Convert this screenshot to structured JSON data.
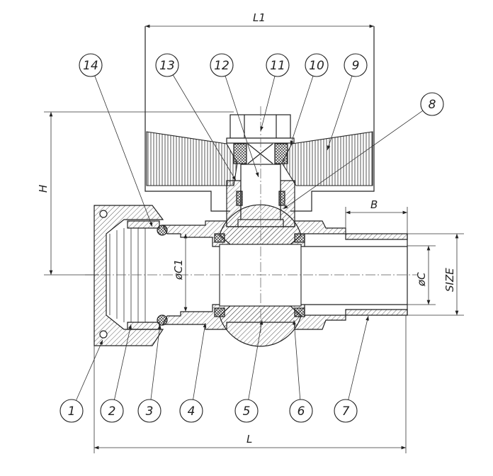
{
  "title": "Ball valve sectional drawing",
  "dimensions": {
    "L1": "L1",
    "H": "H",
    "B": "B",
    "C1": "øC1",
    "C": "øC",
    "SIZE": "SIZE",
    "L": "L"
  },
  "balloons": [
    "1",
    "2",
    "3",
    "4",
    "5",
    "6",
    "7",
    "8",
    "9",
    "10",
    "11",
    "12",
    "13",
    "14"
  ],
  "colors": {
    "line": "#222222",
    "background": "#ffffff"
  }
}
